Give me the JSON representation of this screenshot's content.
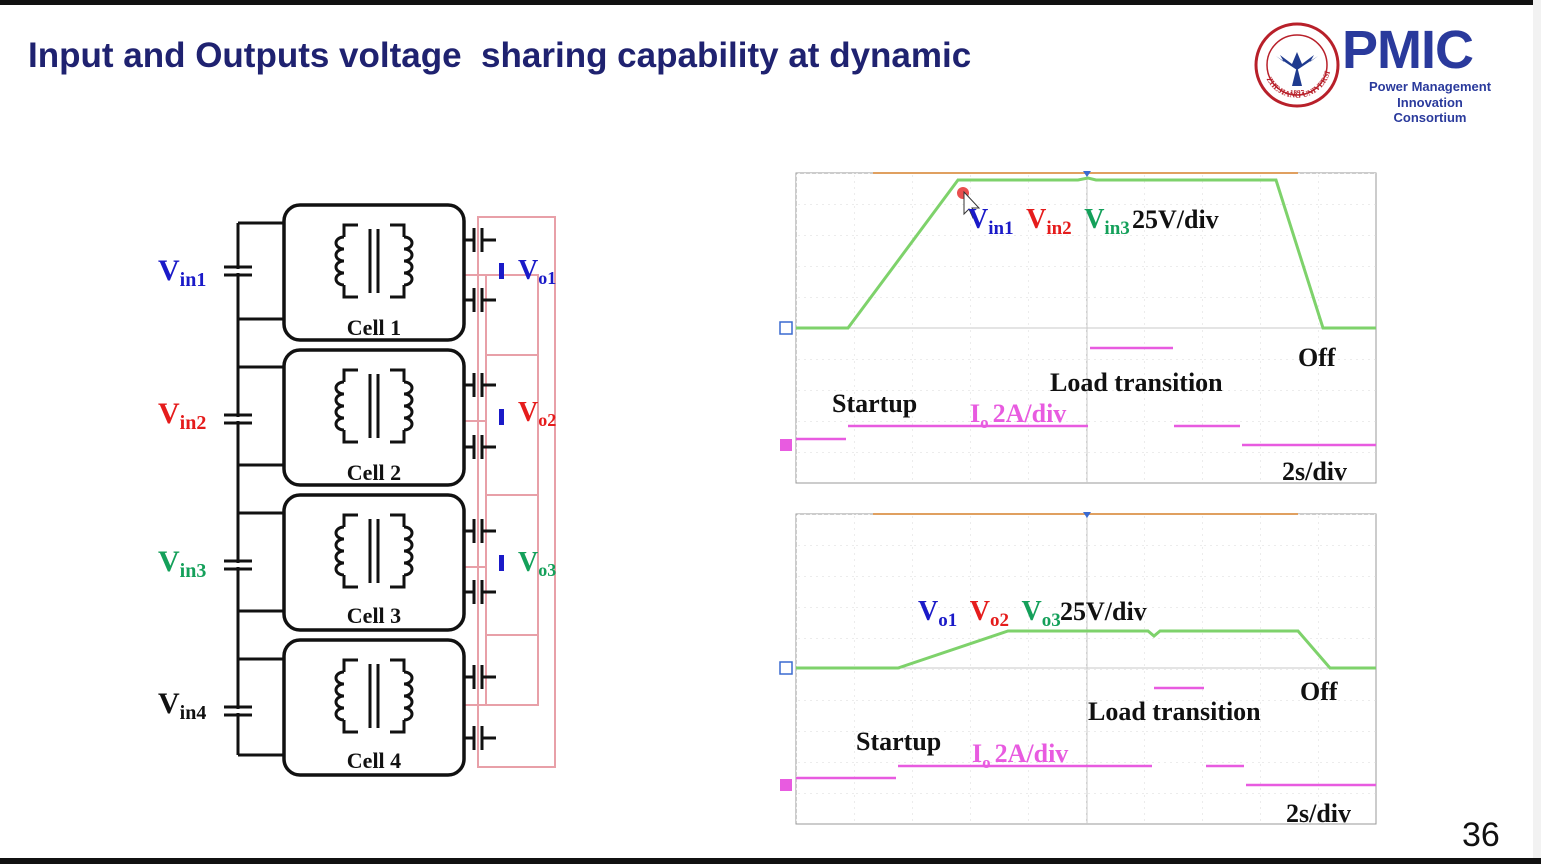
{
  "title": "Input and Outputs voltage  sharing capability at dynamic",
  "logo": {
    "pmic": "PMIC",
    "line1": "Power Management",
    "line2": "Innovation Consortium",
    "seal_text": "ZHEJIANG UNIVERSITY",
    "seal_year": "1897"
  },
  "page_number": "36",
  "colors": {
    "title": "#1f2270",
    "v1": "#1a1ac8",
    "v2": "#e51c1c",
    "v3": "#14a05a",
    "v4": "#111111",
    "green_trace": "#7ed26b",
    "magenta_trace": "#e85be0"
  },
  "circuit": {
    "cells": [
      {
        "label": "Cell 1",
        "vin": "V",
        "vin_sub": "in1",
        "vin_color": "#1a1ac8"
      },
      {
        "label": "Cell 2",
        "vin": "V",
        "vin_sub": "in2",
        "vin_color": "#e51c1c"
      },
      {
        "label": "Cell 3",
        "vin": "V",
        "vin_sub": "in3",
        "vin_color": "#14a05a"
      },
      {
        "label": "Cell 4",
        "vin": "V",
        "vin_sub": "in4",
        "vin_color": "#111111"
      }
    ],
    "outputs": [
      {
        "v": "V",
        "sub": "o1",
        "color": "#1a1ac8"
      },
      {
        "v": "V",
        "sub": "o2",
        "color": "#e51c1c"
      },
      {
        "v": "V",
        "sub": "o3",
        "color": "#14a05a"
      }
    ]
  },
  "scope_top": {
    "legend": [
      {
        "v": "V",
        "sub": "in1",
        "color": "#1a1ac8"
      },
      {
        "v": "V",
        "sub": "in2",
        "color": "#e51c1c"
      },
      {
        "v": "V",
        "sub": "in3",
        "color": "#14a05a"
      }
    ],
    "scale": "25V/div",
    "startup": "Startup",
    "load": "Load transition",
    "off": "Off",
    "current_i": "I",
    "current_sub": "o",
    "current_scale": "2A/div",
    "time": "2s/div"
  },
  "scope_bottom": {
    "legend": [
      {
        "v": "V",
        "sub": "o1",
        "color": "#1a1ac8"
      },
      {
        "v": "V",
        "sub": "o2",
        "color": "#e51c1c"
      },
      {
        "v": "V",
        "sub": "o3",
        "color": "#14a05a"
      }
    ],
    "scale": "25V/div",
    "startup": "Startup",
    "load": "Load transition",
    "off": "Off",
    "current_i": "I",
    "current_sub": "o",
    "current_scale": "2A/div",
    "time": "2s/div"
  }
}
